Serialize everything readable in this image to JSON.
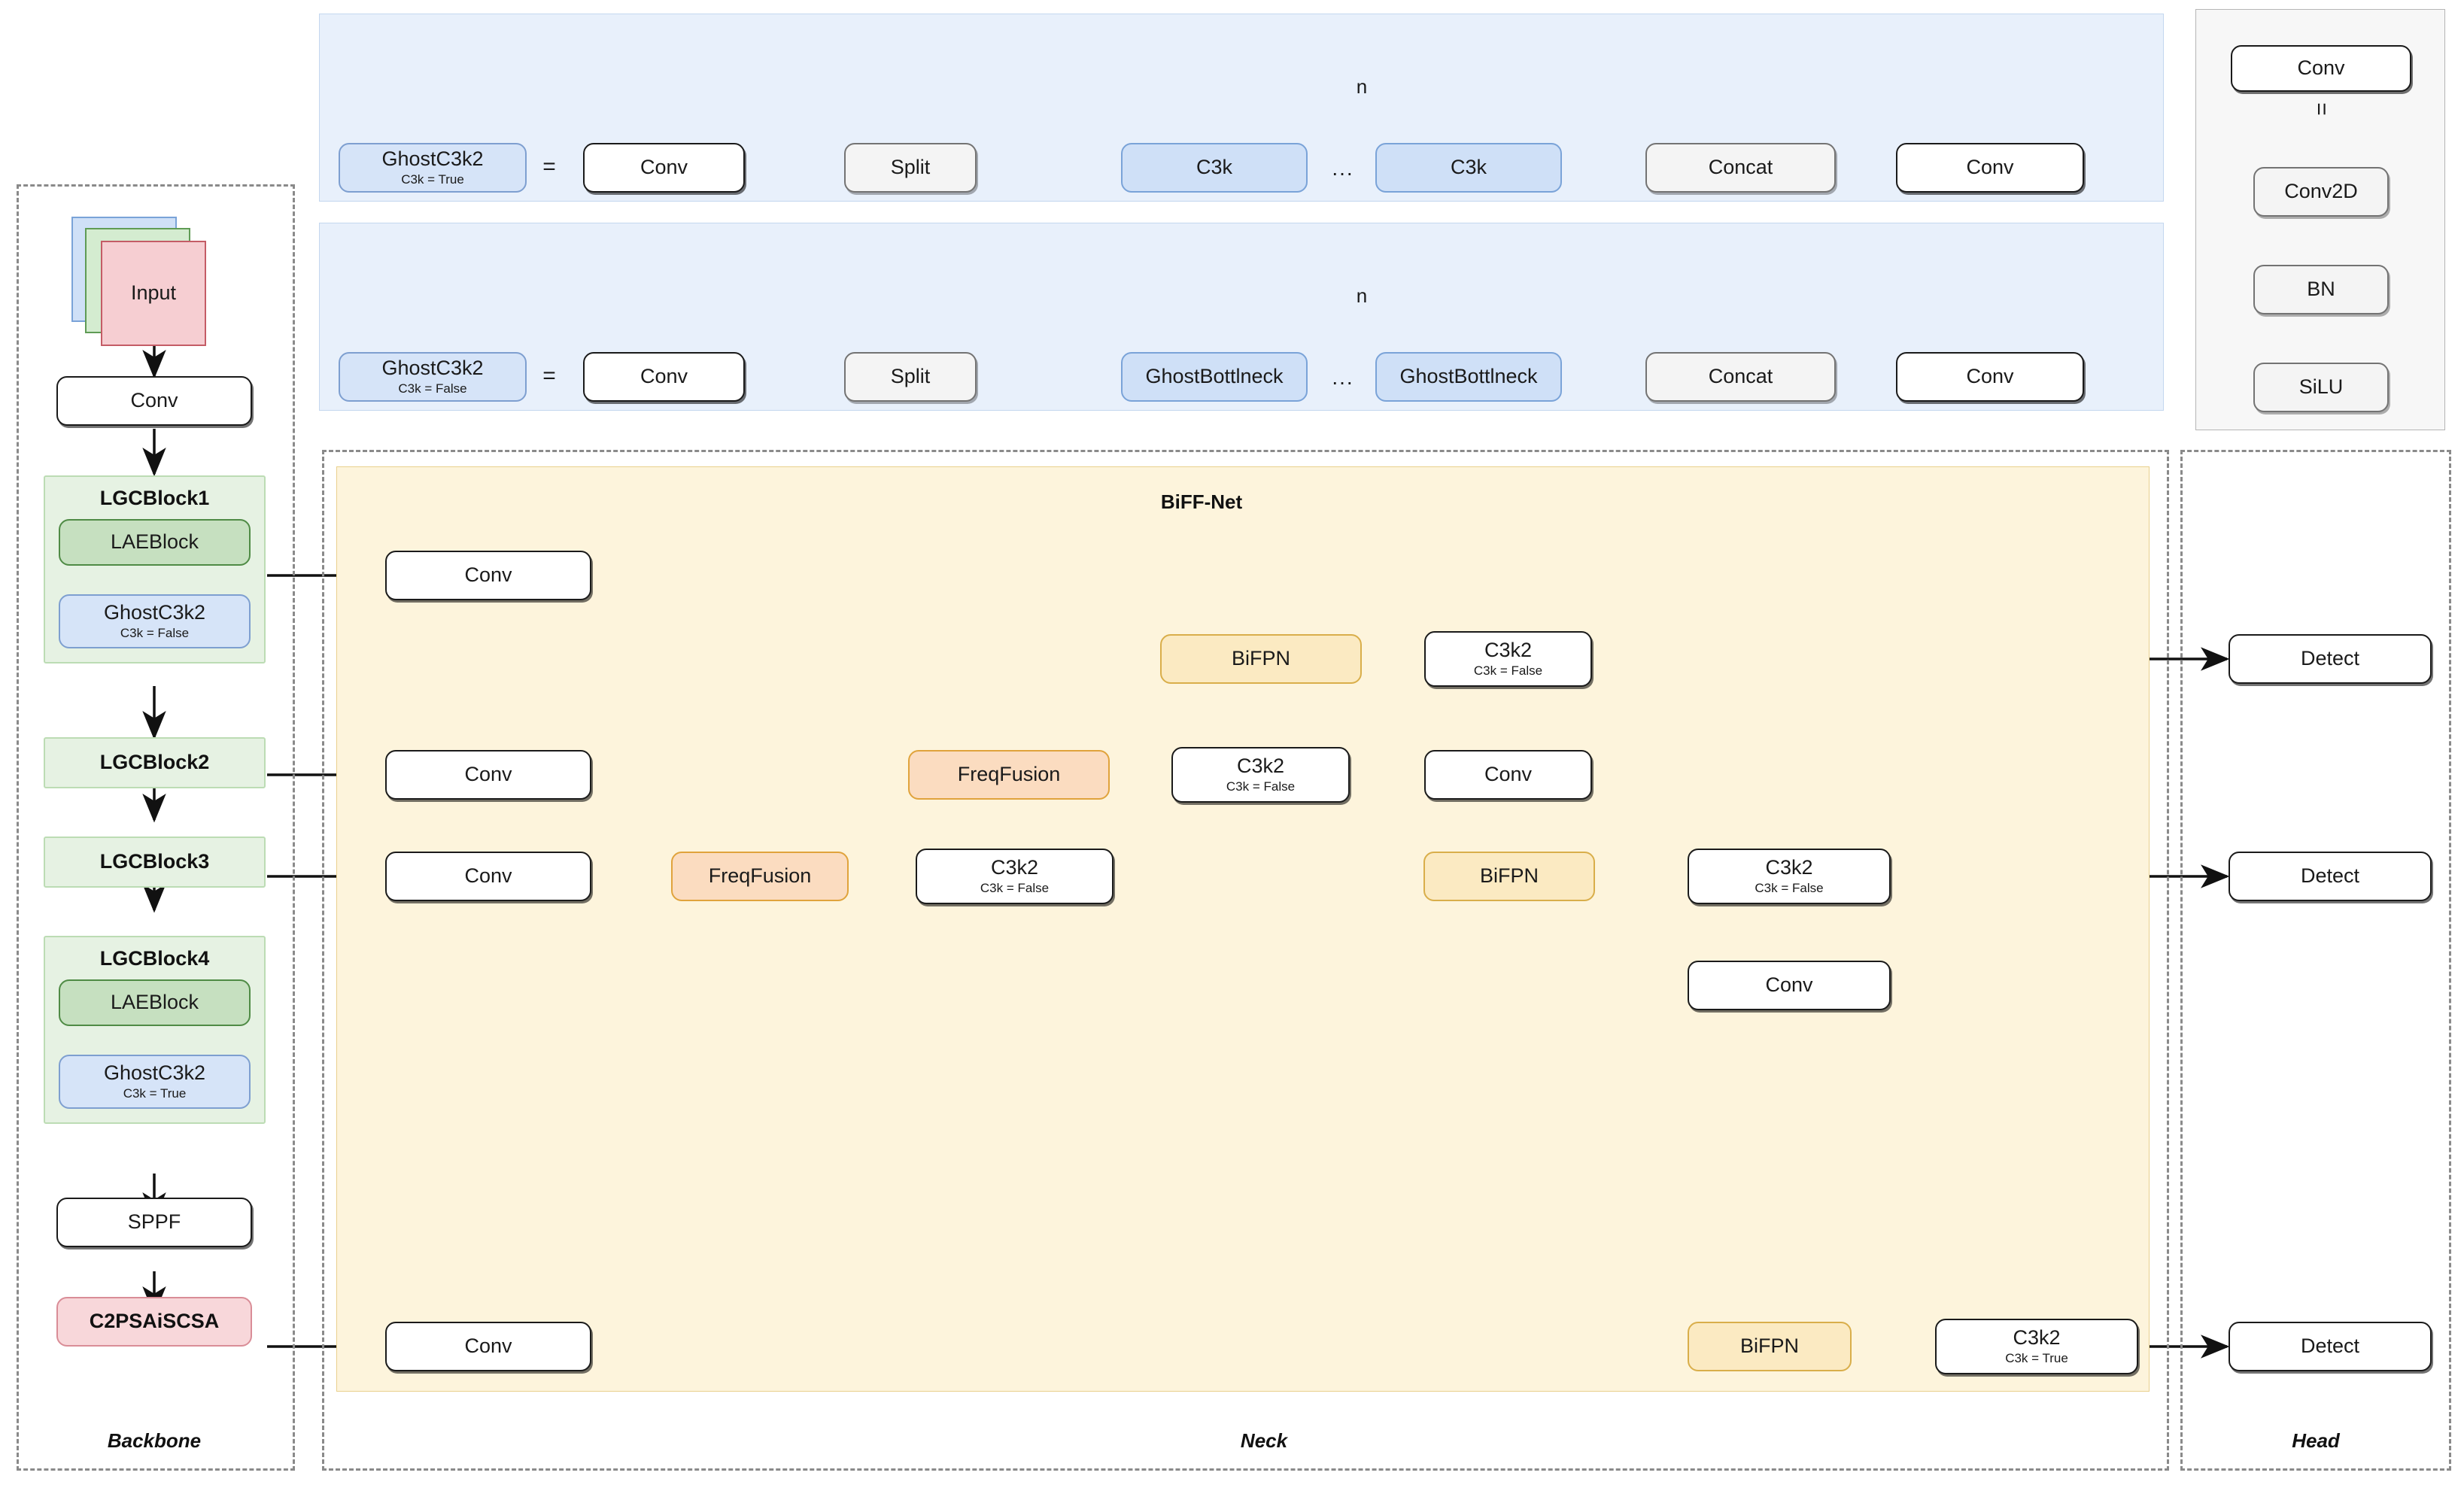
{
  "regions": {
    "backbone_label": "Backbone",
    "neck_label": "Neck",
    "head_label": "Head",
    "biff_net_title": "BiFF-Net"
  },
  "ghost_true_row": {
    "def_name": "GhostC3k2",
    "def_flag": "C3k = True",
    "equals": "=",
    "conv_in": "Conv",
    "split": "Split",
    "block_a": "C3k",
    "ellipsis": "...",
    "block_b": "C3k",
    "n_label": "n",
    "concat": "Concat",
    "conv_out": "Conv"
  },
  "ghost_false_row": {
    "def_name": "GhostC3k2",
    "def_flag": "C3k = False",
    "equals": "=",
    "conv_in": "Conv",
    "split": "Split",
    "block_a": "GhostBottlneck",
    "ellipsis": "...",
    "block_b": "GhostBottlneck",
    "n_label": "n",
    "concat": "Concat",
    "conv_out": "Conv"
  },
  "legend": {
    "conv": "Conv",
    "equals": "=",
    "conv2d": "Conv2D",
    "bn": "BN",
    "silu": "SiLU"
  },
  "backbone": {
    "input": "Input",
    "conv_stem": "Conv",
    "lgc1": {
      "title": "LGCBlock1",
      "lae": "LAEBlock",
      "ghost": "GhostC3k2",
      "ghost_flag": "C3k = False"
    },
    "lgc2": {
      "title": "LGCBlock2"
    },
    "lgc3": {
      "title": "LGCBlock3"
    },
    "lgc4": {
      "title": "LGCBlock4",
      "lae": "LAEBlock",
      "ghost": "GhostC3k2",
      "ghost_flag": "C3k = True"
    },
    "sppf": "SPPF",
    "c2psa": "C2PSAiSCSA"
  },
  "neck": {
    "conv_p3": "Conv",
    "conv_p4": "Conv",
    "conv_p5": "Conv",
    "conv_p6": "Conv",
    "freqfusion_mid": "FreqFusion",
    "freqfusion_low": "FreqFusion",
    "c3k2_after_ff_mid": {
      "name": "C3k2",
      "flag": "C3k = False"
    },
    "c3k2_after_ff_low": {
      "name": "C3k2",
      "flag": "C3k = False"
    },
    "bifpn_top": "BiFPN",
    "bifpn_mid": "BiFPN",
    "bifpn_bot": "BiFPN",
    "c3k2_top": {
      "name": "C3k2",
      "flag": "C3k = False"
    },
    "c3k2_mid": {
      "name": "C3k2",
      "flag": "C3k = False"
    },
    "c3k2_bot": {
      "name": "C3k2",
      "flag": "C3k = True"
    },
    "conv_down_top": "Conv",
    "conv_down_mid": "Conv"
  },
  "head": {
    "detect_top": "Detect",
    "detect_mid": "Detect",
    "detect_bot": "Detect"
  },
  "colors": {
    "ghost_blue": "#cfe0f7",
    "panel_blue": "#e8f0fb",
    "neck_yellow": "#fdf4dc",
    "bifpn_gold": "#fbeac2",
    "freqfusion_orange": "#fbdcc0",
    "lgc_green": "#e6f2e3",
    "lae_green": "#c6e0c0",
    "c2psa_pink": "#f8d7da",
    "gold_wire": "#d4a33c"
  }
}
